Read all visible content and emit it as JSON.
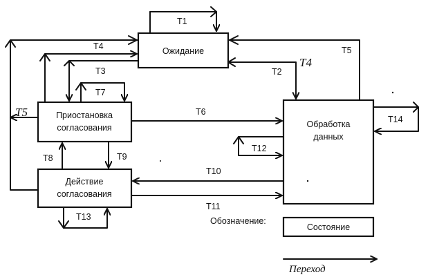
{
  "states": {
    "waiting": "Ожидание",
    "suspend": [
      "Приостановка",
      "согласования"
    ],
    "action": [
      "Действие",
      "согласования"
    ],
    "processing": [
      "Обработка",
      "данных"
    ]
  },
  "transitions": {
    "t1": "T1",
    "t2": "T2",
    "t3": "T3",
    "t4": "T4",
    "t5": "T5",
    "t6": "T6",
    "t7": "T7",
    "t8": "T8",
    "t9": "T9",
    "t10": "T10",
    "t11": "T11",
    "t12": "T12",
    "t13": "T13",
    "t14": "T14"
  },
  "handwritten": {
    "t4": "T4",
    "t5": "T5"
  },
  "legend": {
    "notation_label": "Обозначение:",
    "state_label": "Состояние",
    "transition_label": "Переход"
  }
}
